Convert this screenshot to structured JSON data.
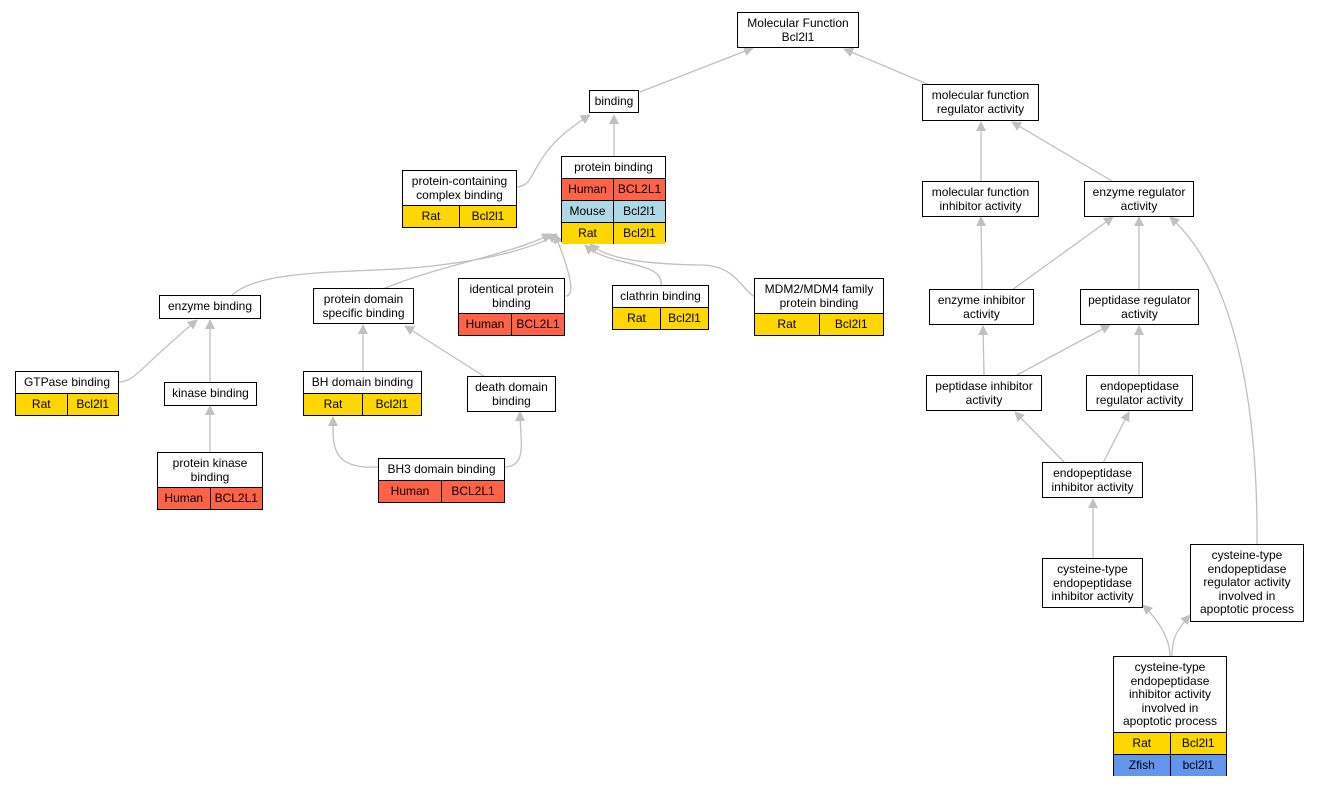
{
  "species_colors": {
    "Human": "#ff6347",
    "Mouse": "#add8e6",
    "Rat": "#ffd700",
    "Zfish": "#6495ed"
  },
  "nodes": {
    "root": {
      "lines": [
        "Molecular Function",
        "Bcl2l1"
      ],
      "rows": []
    },
    "binding": {
      "lines": [
        "binding"
      ],
      "rows": []
    },
    "mf_regulator": {
      "lines": [
        "molecular function",
        "regulator activity"
      ],
      "rows": []
    },
    "protein_containing": {
      "lines": [
        "protein-containing",
        "complex binding"
      ],
      "rows": [
        [
          "Rat",
          "Bcl2l1"
        ]
      ]
    },
    "protein_binding": {
      "lines": [
        "protein binding"
      ],
      "rows": [
        [
          "Human",
          "BCL2L1"
        ],
        [
          "Mouse",
          "Bcl2l1"
        ],
        [
          "Rat",
          "Bcl2l1"
        ]
      ]
    },
    "mf_inhibitor": {
      "lines": [
        "molecular function",
        "inhibitor activity"
      ],
      "rows": []
    },
    "enzyme_regulator": {
      "lines": [
        "enzyme regulator",
        "activity"
      ],
      "rows": []
    },
    "enzyme_binding": {
      "lines": [
        "enzyme binding"
      ],
      "rows": []
    },
    "protein_domain": {
      "lines": [
        "protein domain",
        "specific binding"
      ],
      "rows": []
    },
    "identical_protein": {
      "lines": [
        "identical protein",
        "binding"
      ],
      "rows": [
        [
          "Human",
          "BCL2L1"
        ]
      ]
    },
    "clathrin": {
      "lines": [
        "clathrin binding"
      ],
      "rows": [
        [
          "Rat",
          "Bcl2l1"
        ]
      ]
    },
    "mdm2": {
      "lines": [
        "MDM2/MDM4 family",
        "protein binding"
      ],
      "rows": [
        [
          "Rat",
          "Bcl2l1"
        ]
      ]
    },
    "enzyme_inhibitor": {
      "lines": [
        "enzyme inhibitor",
        "activity"
      ],
      "rows": []
    },
    "peptidase_regulator": {
      "lines": [
        "peptidase regulator",
        "activity"
      ],
      "rows": []
    },
    "gtpase": {
      "lines": [
        "GTPase binding"
      ],
      "rows": [
        [
          "Rat",
          "Bcl2l1"
        ]
      ]
    },
    "kinase": {
      "lines": [
        "kinase binding"
      ],
      "rows": []
    },
    "bh_domain": {
      "lines": [
        "BH domain binding"
      ],
      "rows": [
        [
          "Rat",
          "Bcl2l1"
        ]
      ]
    },
    "death_domain": {
      "lines": [
        "death domain",
        "binding"
      ],
      "rows": []
    },
    "peptidase_inhibitor": {
      "lines": [
        "peptidase inhibitor",
        "activity"
      ],
      "rows": []
    },
    "endopeptidase_regulator": {
      "lines": [
        "endopeptidase",
        "regulator activity"
      ],
      "rows": []
    },
    "protein_kinase": {
      "lines": [
        "protein kinase",
        "binding"
      ],
      "rows": [
        [
          "Human",
          "BCL2L1"
        ]
      ]
    },
    "bh3_domain": {
      "lines": [
        "BH3 domain binding"
      ],
      "rows": [
        [
          "Human",
          "BCL2L1"
        ]
      ]
    },
    "endopeptidase_inhibitor": {
      "lines": [
        "endopeptidase",
        "inhibitor activity"
      ],
      "rows": []
    },
    "cysteine_inhibitor": {
      "lines": [
        "cysteine-type",
        "endopeptidase",
        "inhibitor activity"
      ],
      "rows": []
    },
    "cysteine_regulator_apoptotic": {
      "lines": [
        "cysteine-type",
        "endopeptidase",
        "regulator activity",
        "involved in",
        "apoptotic process"
      ],
      "rows": []
    },
    "cysteine_inhibitor_apoptotic": {
      "lines": [
        "cysteine-type",
        "endopeptidase",
        "inhibitor activity",
        "involved in",
        "apoptotic process"
      ],
      "rows": [
        [
          "Rat",
          "Bcl2l1"
        ],
        [
          "Zfish",
          "bcl2l1"
        ]
      ]
    }
  }
}
